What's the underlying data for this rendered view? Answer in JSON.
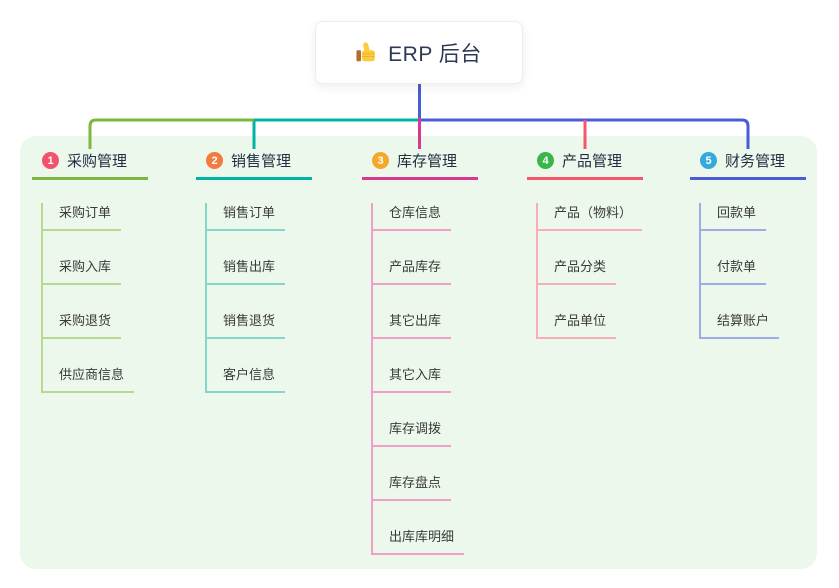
{
  "root": {
    "title": "ERP 后台",
    "icon": "thumbs-up-icon"
  },
  "panel": {
    "background": "#ECF8EB"
  },
  "trunk_color": "#4A5CD6",
  "branches": [
    {
      "num": "1",
      "label": "采购管理",
      "badge_color": "#F4516C",
      "line_color": "#7EB73F",
      "leaf_line_color": "#B6DA92",
      "children": [
        "采购订单",
        "采购入库",
        "采购退货",
        "供应商信息"
      ]
    },
    {
      "num": "2",
      "label": "销售管理",
      "badge_color": "#F57A3D",
      "line_color": "#00B3A4",
      "leaf_line_color": "#84D6CB",
      "children": [
        "销售订单",
        "销售出库",
        "销售退货",
        "客户信息"
      ]
    },
    {
      "num": "3",
      "label": "库存管理",
      "badge_color": "#F5A728",
      "line_color": "#D8388F",
      "leaf_line_color": "#EF9FC8",
      "children": [
        "仓库信息",
        "产品库存",
        "其它出库",
        "其它入库",
        "库存调拨",
        "库存盘点",
        "出库库明细"
      ]
    },
    {
      "num": "4",
      "label": "产品管理",
      "badge_color": "#3AB54A",
      "line_color": "#F4566A",
      "leaf_line_color": "#F9AEB6",
      "children": [
        "产品（物料）",
        "产品分类",
        "产品单位"
      ]
    },
    {
      "num": "5",
      "label": "财务管理",
      "badge_color": "#34A9DC",
      "line_color": "#4A5CD6",
      "leaf_line_color": "#9DACE6",
      "children": [
        "回款单",
        "付款单",
        "结算账户"
      ]
    }
  ]
}
